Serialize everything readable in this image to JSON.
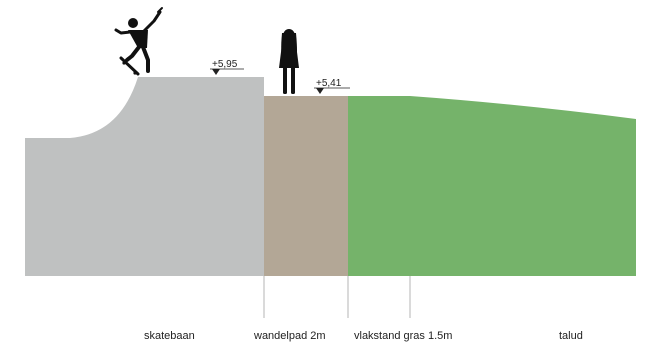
{
  "levels": {
    "skate_top": "+5,95",
    "path_top": "+5,41"
  },
  "zones": {
    "skatebaan": "skatebaan",
    "wandelpad": "wandelpad 2m",
    "vlakstand": "vlakstand gras 1.5m",
    "talud": "talud"
  },
  "colors": {
    "concrete": "#bfc1c1",
    "path": "#b3a796",
    "grass": "#75b36a",
    "figure": "#111111",
    "guide": "#b5b5b5"
  },
  "icons": {
    "skater": "skateboarder-silhouette",
    "pedestrian": "pedestrian-silhouette",
    "level_marker": "level-triangle-marker"
  }
}
